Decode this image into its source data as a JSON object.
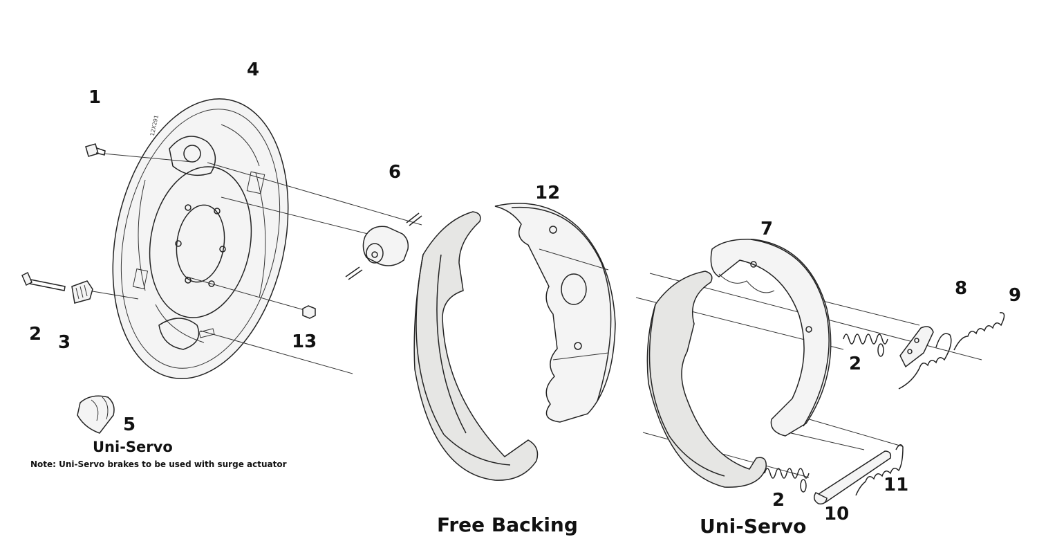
{
  "callouts": {
    "n1": "1",
    "n2a": "2",
    "n2b": "2",
    "n2c": "2",
    "n3": "3",
    "n4": "4",
    "n5": "5",
    "n6": "6",
    "n7": "7",
    "n8": "8",
    "n9": "9",
    "n10": "10",
    "n11": "11",
    "n12": "12",
    "n13": "13"
  },
  "captions": {
    "uni_servo_small": "Uni-Servo",
    "note": "Note: Uni-Servo brakes to be used with surge actuator",
    "free_backing": "Free Backing",
    "uni_servo": "Uni-Servo"
  },
  "stamp": "12X291",
  "colors": {
    "ink": "#222222",
    "lining": "#e6e6e4",
    "background": "#ffffff"
  }
}
